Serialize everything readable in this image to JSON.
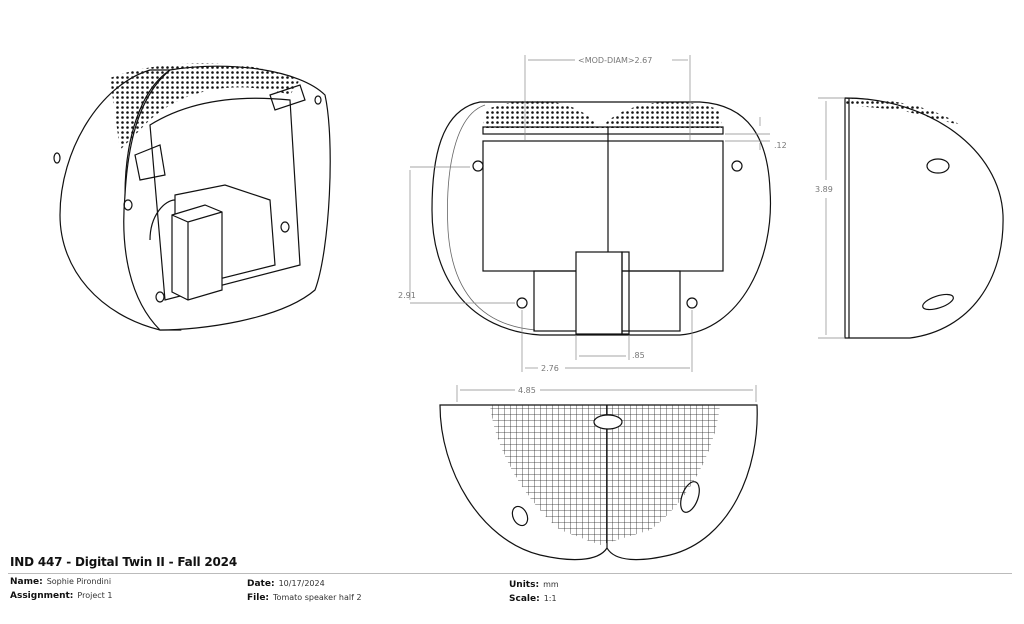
{
  "dimensions": {
    "mod_diam": "<MOD-DIAM>2.67",
    "thickness": ".12",
    "height_side": "3.89",
    "hole_height": "2.91",
    "block_width": ".85",
    "hole_spacing": "2.76",
    "overall_width": "4.85"
  },
  "title_block": {
    "title": "IND 447 - Digital Twin II - Fall 2024",
    "name_label": "Name:",
    "name_value": "Sophie Pirondini",
    "assignment_label": "Assignment:",
    "assignment_value": "Project 1",
    "date_label": "Date:",
    "date_value": "10/17/2024",
    "file_label": "File:",
    "file_value": "Tomato speaker half 2",
    "units_label": "Units:",
    "units_value": "mm",
    "scale_label": "Scale:",
    "scale_value": "1:1"
  }
}
